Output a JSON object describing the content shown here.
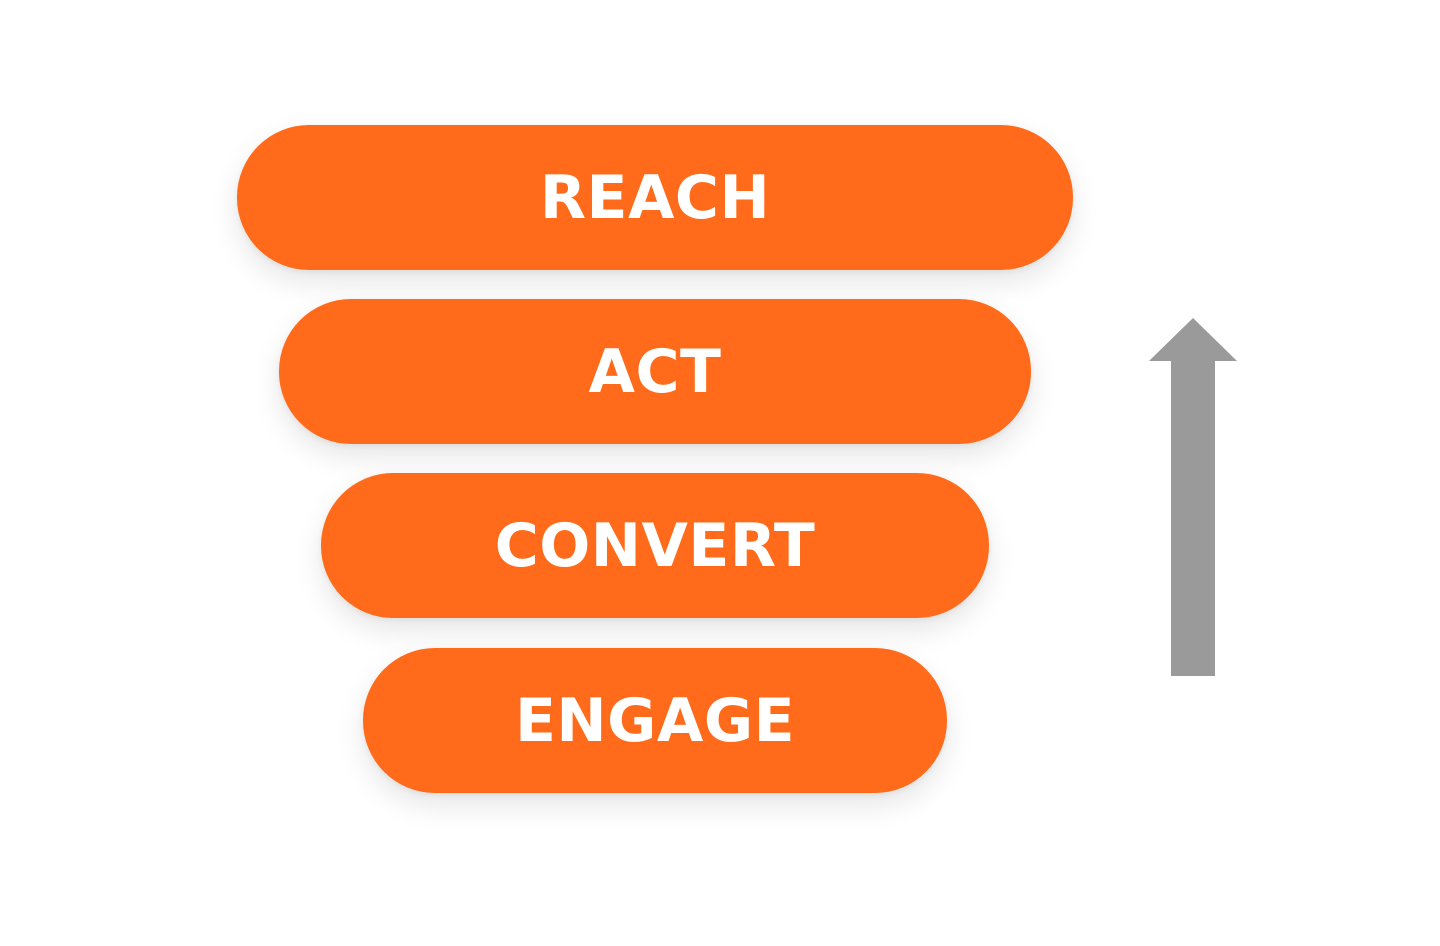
{
  "diagram": {
    "stages": [
      {
        "label": "REACH"
      },
      {
        "label": "ACT"
      },
      {
        "label": "CONVERT"
      },
      {
        "label": "ENGAGE"
      }
    ],
    "colors": {
      "stage_fill": "#FF6B1A",
      "stage_text": "#FFFFFF",
      "arrow": "#9A9A9A",
      "background": "#FFFFFF"
    },
    "arrow_icon": "up-arrow-icon"
  }
}
